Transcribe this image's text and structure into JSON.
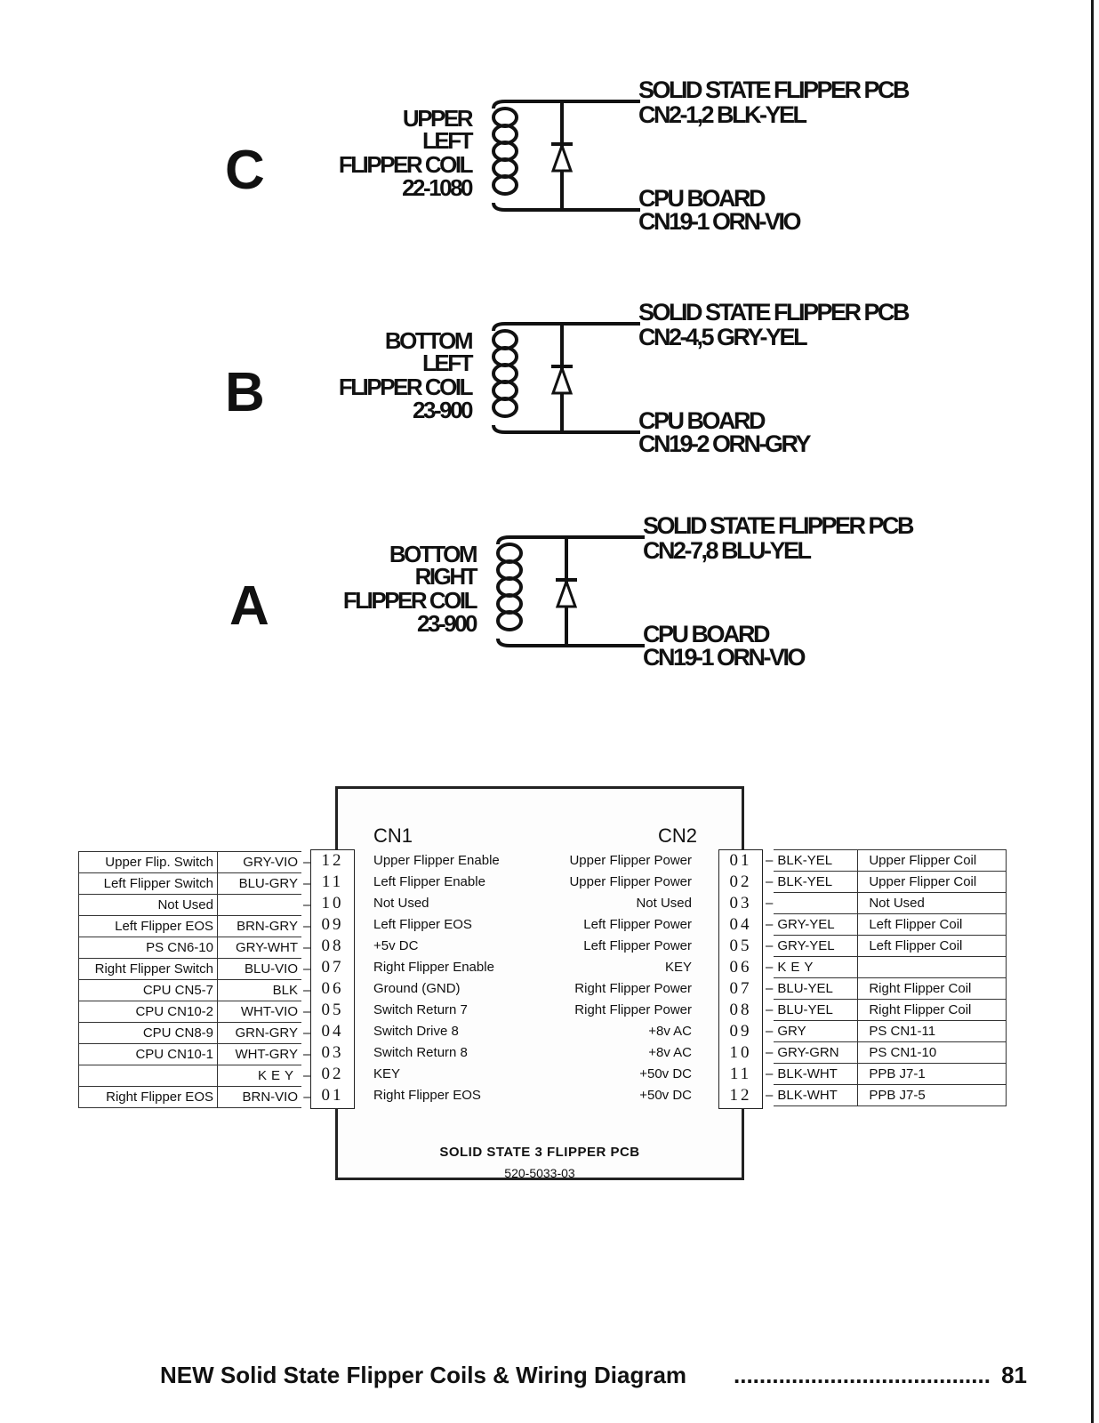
{
  "coil_sections": [
    {
      "letter": "C",
      "coil_lines": [
        "UPPER",
        "LEFT",
        "FLIPPER COIL",
        "22-1080"
      ],
      "top_connection": {
        "line1": "SOLID STATE FLIPPER PCB",
        "line2": "CN2-1,2  BLK-YEL"
      },
      "bottom_connection": {
        "line1": "CPU BOARD",
        "line2": "CN19-1  ORN-VIO"
      }
    },
    {
      "letter": "B",
      "coil_lines": [
        "BOTTOM",
        "LEFT",
        "FLIPPER COIL",
        "23-900"
      ],
      "top_connection": {
        "line1": "SOLID STATE FLIPPER PCB",
        "line2": "CN2-4,5  GRY-YEL"
      },
      "bottom_connection": {
        "line1": "CPU BOARD",
        "line2": "CN19-2  ORN-GRY"
      }
    },
    {
      "letter": "A",
      "coil_lines": [
        "BOTTOM",
        "RIGHT",
        "FLIPPER COIL",
        "23-900"
      ],
      "top_connection": {
        "line1": "SOLID STATE FLIPPER PCB",
        "line2": "CN2-7,8  BLU-YEL"
      },
      "bottom_connection": {
        "line1": "CPU BOARD",
        "line2": "CN19-1  ORN-VIO"
      }
    }
  ],
  "board": {
    "name": "SOLID STATE 3 FLIPPER PCB",
    "part_number": "520-5033-03",
    "cn1": {
      "title": "CN1",
      "rows": [
        {
          "pin": "12",
          "signal": "Upper Flipper Enable",
          "wire": "GRY-VIO",
          "dest": "Upper Flip. Switch"
        },
        {
          "pin": "11",
          "signal": "Left Flipper Enable",
          "wire": "BLU-GRY",
          "dest": "Left Flipper Switch"
        },
        {
          "pin": "10",
          "signal": "Not Used",
          "wire": "",
          "dest": "Not Used"
        },
        {
          "pin": "09",
          "signal": "Left Flipper EOS",
          "wire": "BRN-GRY",
          "dest": "Left Flipper EOS"
        },
        {
          "pin": "08",
          "signal": "+5v DC",
          "wire": "GRY-WHT",
          "dest": "PS CN6-10"
        },
        {
          "pin": "07",
          "signal": "Right Flipper Enable",
          "wire": "BLU-VIO",
          "dest": "Right Flipper Switch"
        },
        {
          "pin": "06",
          "signal": "Ground (GND)",
          "wire": "BLK",
          "dest": "CPU CN5-7"
        },
        {
          "pin": "05",
          "signal": "Switch Return 7",
          "wire": "WHT-VIO",
          "dest": "CPU CN10-2"
        },
        {
          "pin": "04",
          "signal": "Switch Drive 8",
          "wire": "GRN-GRY",
          "dest": "CPU CN8-9"
        },
        {
          "pin": "03",
          "signal": "Switch Return 8",
          "wire": "WHT-GRY",
          "dest": "CPU CN10-1"
        },
        {
          "pin": "02",
          "signal": "KEY",
          "wire": "KEY",
          "dest": ""
        },
        {
          "pin": "01",
          "signal": "Right Flipper EOS",
          "wire": "BRN-VIO",
          "dest": "Right Flipper EOS"
        }
      ]
    },
    "cn2": {
      "title": "CN2",
      "rows": [
        {
          "pin": "01",
          "signal": "Upper Flipper Power",
          "wire": "BLK-YEL",
          "dest": "Upper Flipper Coil"
        },
        {
          "pin": "02",
          "signal": "Upper Flipper Power",
          "wire": "BLK-YEL",
          "dest": "Upper Flipper Coil"
        },
        {
          "pin": "03",
          "signal": "Not Used",
          "wire": "",
          "dest": "Not Used"
        },
        {
          "pin": "04",
          "signal": "Left Flipper Power",
          "wire": "GRY-YEL",
          "dest": "Left Flipper Coil"
        },
        {
          "pin": "05",
          "signal": "Left Flipper Power",
          "wire": "GRY-YEL",
          "dest": "Left Flipper Coil"
        },
        {
          "pin": "06",
          "signal": "KEY",
          "wire": "KEY",
          "dest": ""
        },
        {
          "pin": "07",
          "signal": "Right Flipper Power",
          "wire": "BLU-YEL",
          "dest": "Right Flipper Coil"
        },
        {
          "pin": "08",
          "signal": "Right Flipper Power",
          "wire": "BLU-YEL",
          "dest": "Right Flipper Coil"
        },
        {
          "pin": "09",
          "signal": "+8v AC",
          "wire": "GRY",
          "dest": "PS CN1-11"
        },
        {
          "pin": "10",
          "signal": "+8v AC",
          "wire": "GRY-GRN",
          "dest": "PS CN1-10"
        },
        {
          "pin": "11",
          "signal": "+50v DC",
          "wire": "BLK-WHT",
          "dest": "PPB J7-1"
        },
        {
          "pin": "12",
          "signal": "+50v DC",
          "wire": "BLK-WHT",
          "dest": "PPB J7-5"
        }
      ]
    }
  },
  "footer": {
    "title": "NEW Solid State Flipper Coils & Wiring Diagram",
    "dots": "..................................................................",
    "page_number": "81"
  }
}
